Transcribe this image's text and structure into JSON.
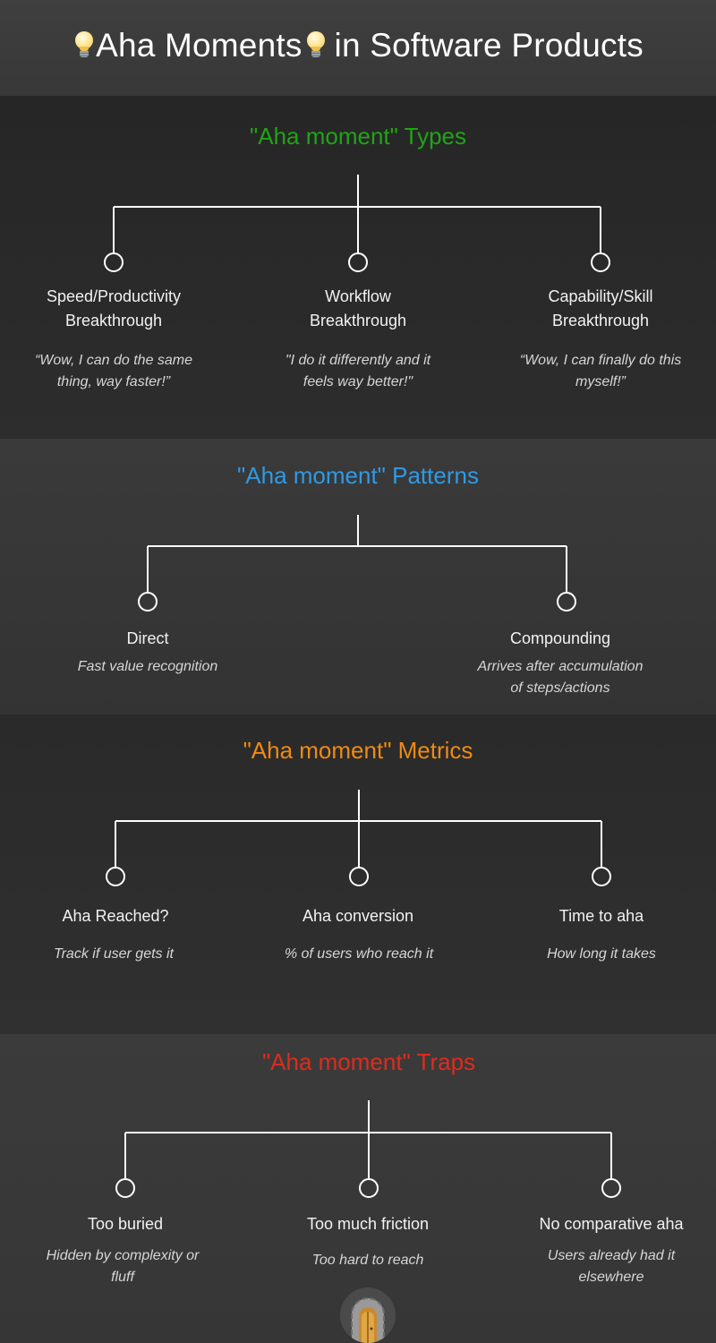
{
  "header": {
    "title_left": "Aha Moments",
    "title_right": "in Software Products",
    "bulb_icon": "light-bulb-icon"
  },
  "colors": {
    "types": "#1fa516",
    "patterns": "#2f9ae4",
    "metrics": "#ef8a14",
    "traps": "#dd2c1c",
    "lines": "#ffffff"
  },
  "types": {
    "heading": "\"Aha moment\" Types",
    "items": [
      {
        "title_line1": "Speed/Productivity",
        "title_line2": "Breakthrough",
        "desc_line1": "“Wow, I can do the same",
        "desc_line2": "thing, way faster!”"
      },
      {
        "title_line1": "Workflow",
        "title_line2": "Breakthrough",
        "desc_line1": "\"I do it differently and it",
        "desc_line2": "feels way better!\""
      },
      {
        "title_line1": "Capability/Skill",
        "title_line2": "Breakthrough",
        "desc_line1": "“Wow, I can finally do this",
        "desc_line2": "myself!”"
      }
    ]
  },
  "patterns": {
    "heading": "\"Aha moment\" Patterns",
    "items": [
      {
        "title": "Direct",
        "desc_line1": "Fast value recognition",
        "desc_line2": ""
      },
      {
        "title": "Compounding",
        "desc_line1": "Arrives after accumulation",
        "desc_line2": "of steps/actions"
      }
    ]
  },
  "metrics": {
    "heading": "\"Aha moment\" Metrics",
    "items": [
      {
        "title": "Aha Reached?",
        "desc": "Track if user gets it"
      },
      {
        "title": "Aha conversion",
        "desc": "% of users who reach it"
      },
      {
        "title": "Time to aha",
        "desc": "How long it takes"
      }
    ]
  },
  "traps": {
    "heading": "\"Aha moment\" Traps",
    "items": [
      {
        "title": "Too buried",
        "desc_line1": "Hidden by complexity or",
        "desc_line2": "fluff"
      },
      {
        "title": "Too much friction",
        "desc_line1": "Too hard to reach",
        "desc_line2": ""
      },
      {
        "title": "No comparative aha",
        "desc_line1": "Users already had it",
        "desc_line2": "elsewhere"
      }
    ]
  },
  "footer": {
    "logo_icon": "stone-archway-door-logo"
  }
}
